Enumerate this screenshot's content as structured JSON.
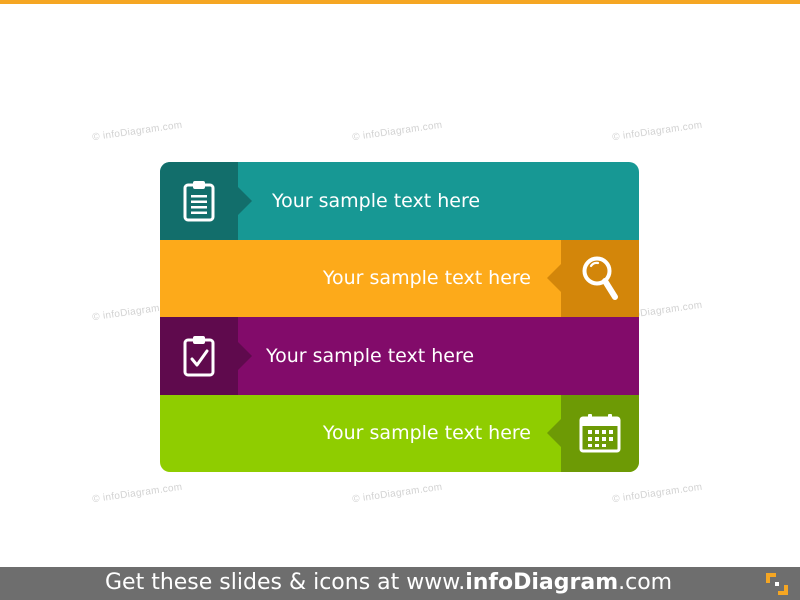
{
  "colors": {
    "accent": "#f5a623",
    "teal": "#179894",
    "teal_dark": "#126e6b",
    "orange": "#fdaa1a",
    "orange_dark": "#d3860a",
    "purple": "#820b6a",
    "purple_dark": "#5f0a4d",
    "green": "#8fcd00",
    "green_dark": "#6d9a05",
    "footer": "#6e6e6e"
  },
  "watermark": "© infoDiagram.com",
  "rows": [
    {
      "text": "Your sample text here",
      "icon": "clipboard-list-icon",
      "icon_side": "left"
    },
    {
      "text": "Your sample text here",
      "icon": "magnifier-icon",
      "icon_side": "right"
    },
    {
      "text": "Your sample text here",
      "icon": "clipboard-check-icon",
      "icon_side": "left"
    },
    {
      "text": "Your sample text here",
      "icon": "calendar-icon",
      "icon_side": "right"
    }
  ],
  "footer": {
    "prefix": "Get these slides & icons at www.",
    "brand": "infoDiagram",
    "suffix": ".com",
    "logo_icon": "infodiagram-logo-icon"
  }
}
